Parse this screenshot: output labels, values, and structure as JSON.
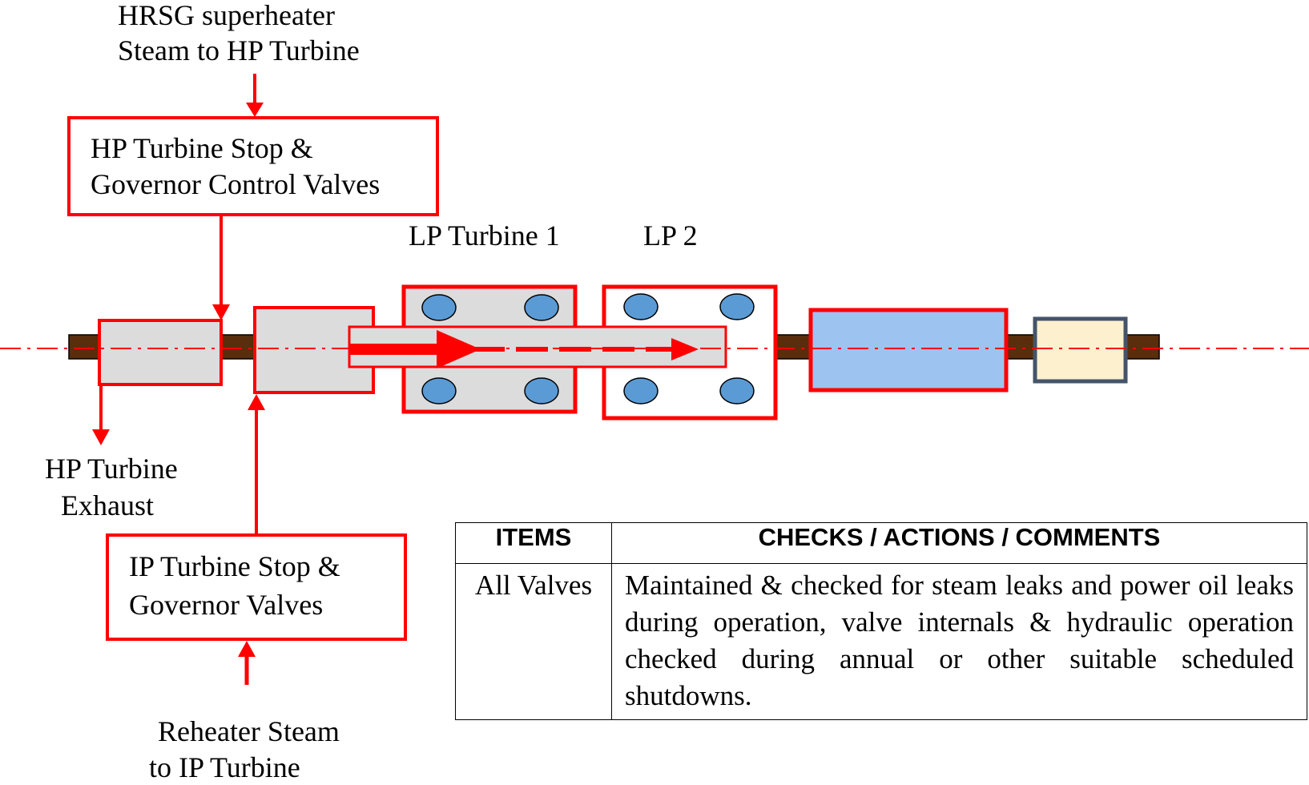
{
  "labels": {
    "hrsg_line1": "HRSG superheater",
    "hrsg_line2": "Steam to HP Turbine",
    "hp_valves_line1": "HP Turbine Stop &",
    "hp_valves_line2": "Governor Control Valves",
    "lp1": "LP Turbine 1",
    "lp2": "LP 2",
    "hp_exhaust_line1": "HP Turbine",
    "hp_exhaust_line2": "Exhaust",
    "ip_valves_line1": "IP Turbine Stop &",
    "ip_valves_line2": "Governor Valves",
    "reheater_line1": "Reheater Steam",
    "reheater_line2": "to IP Turbine"
  },
  "table": {
    "headers": [
      "ITEMS",
      "CHECKS / ACTIONS / COMMENTS"
    ],
    "rows": [
      {
        "item": "All Valves",
        "comment": "Maintained & checked for steam leaks and power oil leaks during operation, valve internals & hydraulic operation checked during annual or other suitable scheduled shutdowns."
      }
    ]
  },
  "colors": {
    "accent_red": "#ff0000",
    "shaft_brown": "#5a2d0c",
    "casing_gray": "#dcdcdc",
    "bearing_blue": "#5b9bd5",
    "generator_blue": "#9dc3f0",
    "exciter_cream": "#fdf0cf",
    "exciter_border": "#44546a"
  }
}
